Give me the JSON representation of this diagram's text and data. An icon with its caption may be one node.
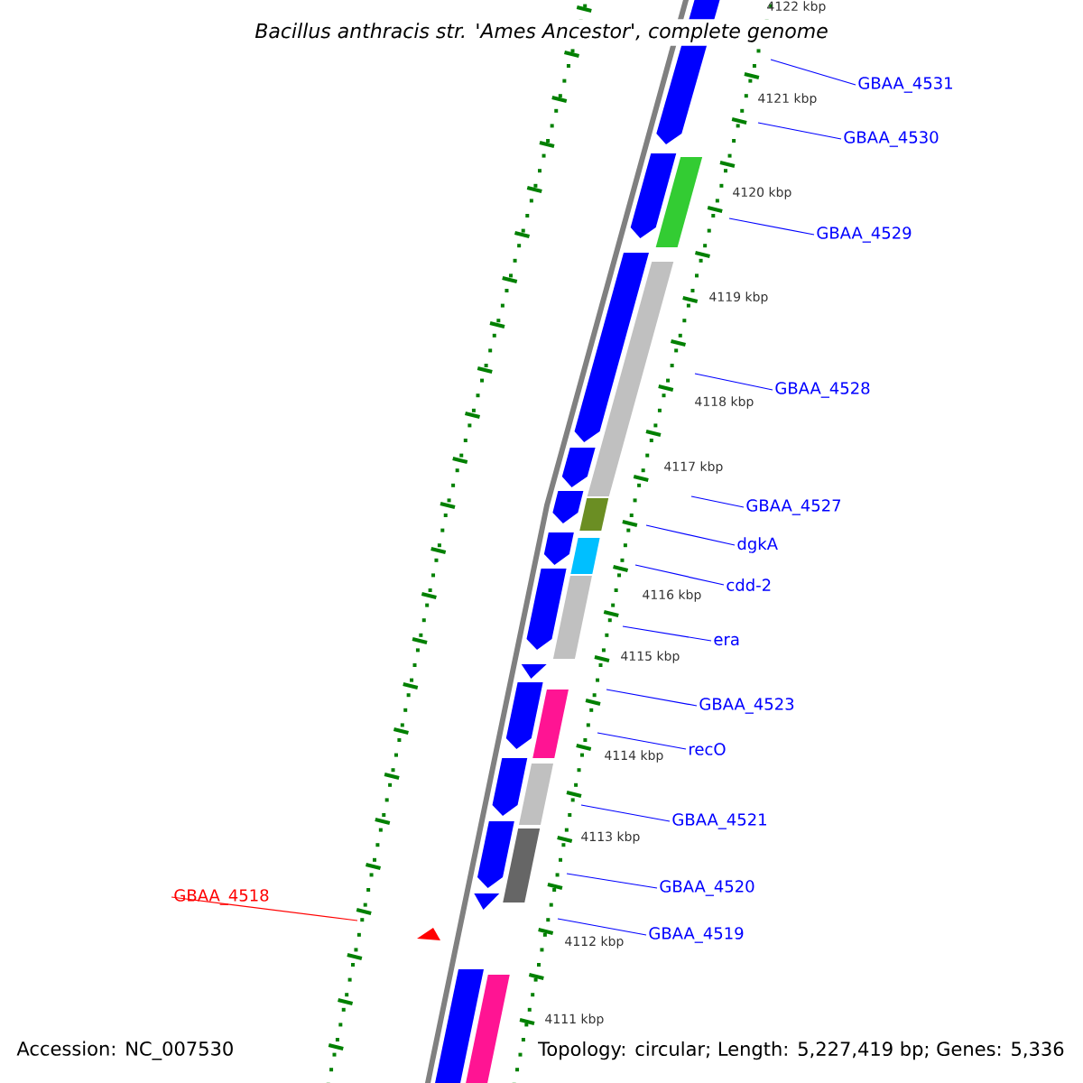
{
  "diagram": {
    "title": "Bacillus anthracis str. 'Ames Ancestor', complete genome",
    "nodes": [
      {
        "text": [
          "GBAA_4531"
        ]
      },
      {
        "text": [
          "GBAA_4530"
        ]
      },
      {
        "text": [
          "GBAA_4529"
        ]
      },
      {
        "text": [
          "GBAA_4528"
        ]
      },
      {
        "text": [
          "GBAA_4527"
        ]
      },
      {
        "text": [
          "dgkA"
        ]
      },
      {
        "text": [
          "cdd-2"
        ]
      },
      {
        "text": [
          "era"
        ]
      },
      {
        "text": [
          "GBAA_4523"
        ]
      },
      {
        "text": [
          "recO"
        ]
      },
      {
        "text": [
          "GBAA_4521"
        ]
      },
      {
        "text": [
          "GBAA_4520"
        ]
      },
      {
        "text": [
          "GBAA_4519"
        ]
      },
      {
        "text": [
          "GBAA_4518"
        ]
      }
    ],
    "edges": [
      {
        "from": 0,
        "to": null,
        "arrow": "none"
      },
      {
        "from": 1,
        "to": null,
        "arrow": "none"
      },
      {
        "from": 2,
        "to": null,
        "arrow": "none"
      },
      {
        "from": 3,
        "to": null,
        "arrow": "none"
      },
      {
        "from": 4,
        "to": null,
        "arrow": "none"
      },
      {
        "from": 5,
        "to": null,
        "arrow": "none"
      },
      {
        "from": 6,
        "to": null,
        "arrow": "none"
      },
      {
        "from": 7,
        "to": null,
        "arrow": "none"
      },
      {
        "from": 8,
        "to": null,
        "arrow": "none"
      },
      {
        "from": 9,
        "to": null,
        "arrow": "none"
      },
      {
        "from": 10,
        "to": null,
        "arrow": "none"
      },
      {
        "from": 11,
        "to": null,
        "arrow": "none"
      },
      {
        "from": 12,
        "to": null,
        "arrow": "none"
      },
      {
        "from": 13,
        "to": null,
        "arrow": "none",
        "color": "#ff0000"
      }
    ],
    "labels": [
      "4122 kbp",
      "4121 kbp",
      "4120 kbp",
      "4119 kbp",
      "4118 kbp",
      "4117 kbp",
      "4116 kbp",
      "4115 kbp",
      "4114 kbp",
      "4113 kbp",
      "4112 kbp",
      "4111 kbp",
      "Accession: NC_007530",
      "Topology: circular; Length: 5,227,419 bp; Genes: 5,336"
    ]
  }
}
